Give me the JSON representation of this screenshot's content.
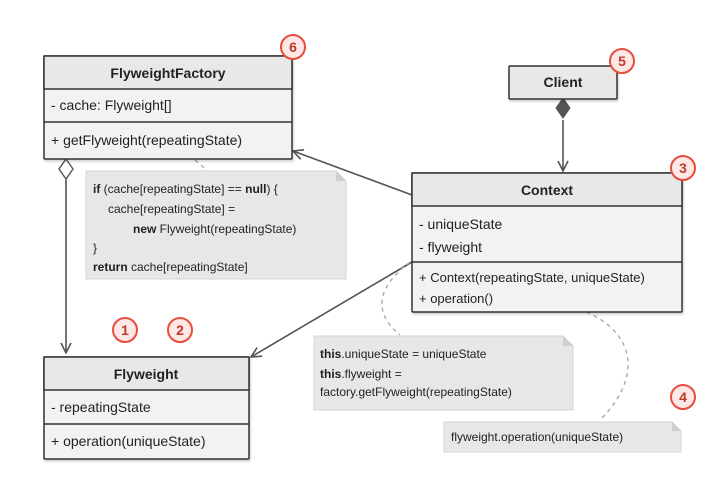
{
  "classes": {
    "flyweight_factory": {
      "title": "FlyweightFactory",
      "fields": [
        "- cache: Flyweight[]"
      ],
      "methods": [
        "+ getFlyweight(repeatingState)"
      ]
    },
    "client": {
      "title": "Client"
    },
    "context": {
      "title": "Context",
      "fields": [
        "- uniqueState",
        "- flyweight"
      ],
      "methods": [
        "+ Context(repeatingState, uniqueState)",
        "+ operation()"
      ]
    },
    "flyweight": {
      "title": "Flyweight",
      "fields": [
        "- repeatingState"
      ],
      "methods": [
        "+ operation(uniqueState)"
      ]
    }
  },
  "notes": {
    "factory_note": {
      "line1_kw": "if",
      "line1_a": " (cache[repeatingState] == ",
      "line1_kw2": "null",
      "line1_b": ") {",
      "line2": "cache[repeatingState] =",
      "line3_kw": "new",
      "line3_rest": " Flyweight(repeatingState)",
      "line4": "}",
      "line5_kw": "return",
      "line5_rest": " cache[repeatingState]"
    },
    "context_note": {
      "line1_kw": "this",
      "line1_rest": ".uniqueState = uniqueState",
      "line2_kw": "this",
      "line2_rest": ".flyweight =",
      "line3": "factory.getFlyweight(repeatingState)"
    },
    "operation_note": {
      "text": "flyweight.operation(uniqueState)"
    }
  },
  "badges": [
    "1",
    "2",
    "3",
    "4",
    "5",
    "6"
  ],
  "colors": {
    "class_fill": "#f2f2f2",
    "class_header_fill": "#e8e8e8",
    "class_stroke": "#333333",
    "note_fill": "#e7e7e7",
    "badge_stroke": "#e74c3c",
    "badge_fill": "#fde8e5",
    "badge_text": "#c0392b",
    "connector": "#555555"
  }
}
